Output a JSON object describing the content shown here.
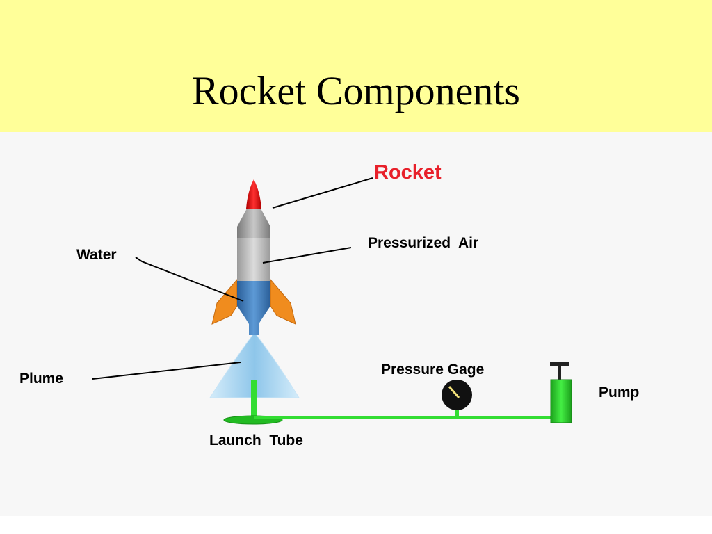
{
  "slide": {
    "title": "Rocket Components"
  },
  "labels": {
    "rocket": "Rocket",
    "pressurized_air": "Pressurized  Air",
    "water": "Water",
    "plume": "Plume",
    "pressure_gage": "Pressure Gage",
    "pump": "Pump",
    "launch_tube": "Launch  Tube"
  },
  "colors": {
    "background": "#ffff99",
    "diagram_bg": "#f7f7f7",
    "rocket_label": "#e8202a",
    "nose": "#e00000",
    "water": "#3a7fc2",
    "fins": "#f08c1e",
    "plume": "#a8d4f0",
    "tubing": "#33dd33"
  }
}
